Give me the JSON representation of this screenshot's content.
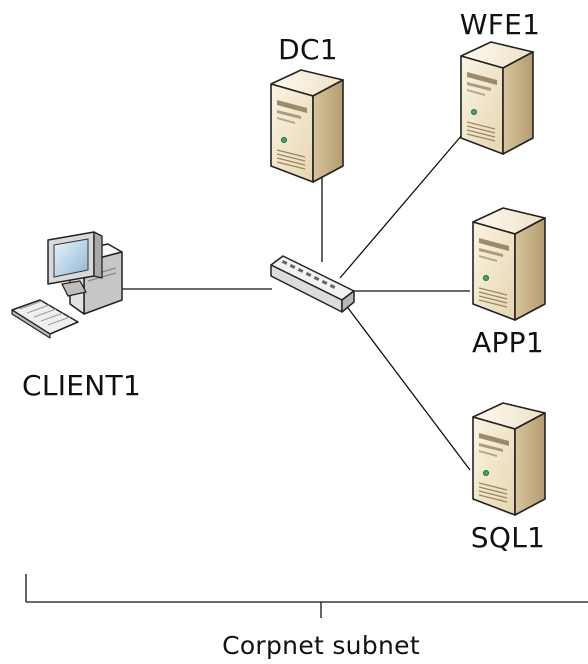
{
  "nodes": {
    "dc1": {
      "label": "DC1",
      "icon": "server-tower-icon"
    },
    "wfe1": {
      "label": "WFE1",
      "icon": "server-tower-icon"
    },
    "app1": {
      "label": "APP1",
      "icon": "server-tower-icon"
    },
    "sql1": {
      "label": "SQL1",
      "icon": "server-tower-icon"
    },
    "client1": {
      "label": "CLIENT1",
      "icon": "desktop-computer-icon"
    },
    "switch": {
      "icon": "network-switch-icon"
    }
  },
  "subnet": {
    "label": "Corpnet subnet"
  },
  "colors": {
    "server_face": "#efe3c8",
    "server_side": "#c9b58e",
    "line": "#111111"
  }
}
